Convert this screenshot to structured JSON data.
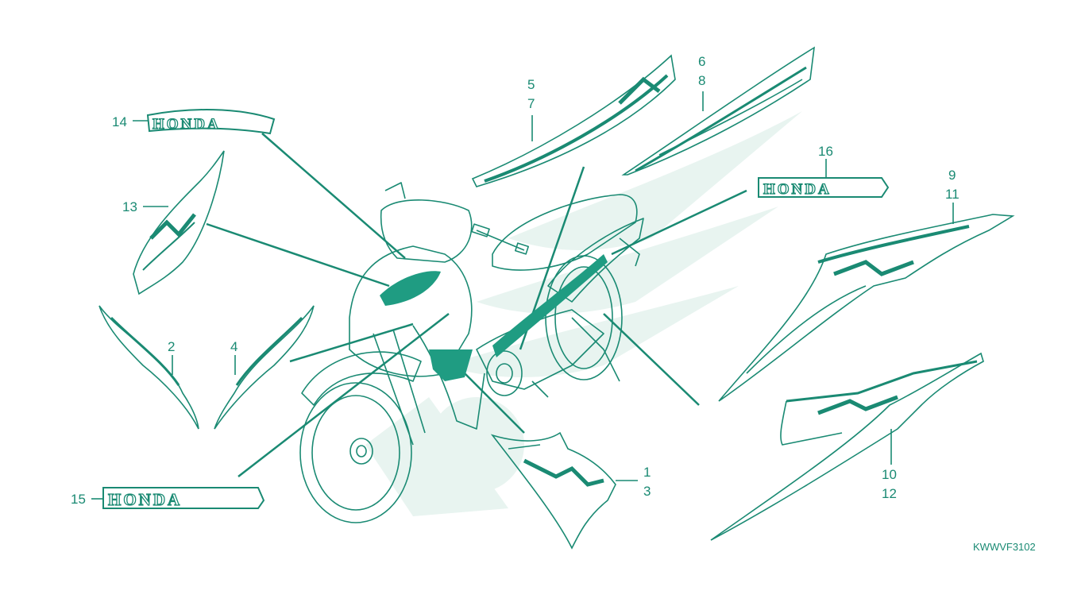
{
  "diagram": {
    "logo_text": "HONDA",
    "figure_code": "KWWVF3102",
    "callouts": {
      "c1": "1",
      "c3": "3",
      "c2": "2",
      "c4": "4",
      "c5": "5",
      "c7": "7",
      "c6": "6",
      "c8": "8",
      "c9": "9",
      "c11": "11",
      "c10": "10",
      "c12": "12",
      "c13": "13",
      "c14": "14",
      "c15": "15",
      "c16": "16"
    }
  },
  "colors": {
    "line": "#1a8a73",
    "fill": "#1f9c82",
    "watermark": "#e7f3ef"
  }
}
